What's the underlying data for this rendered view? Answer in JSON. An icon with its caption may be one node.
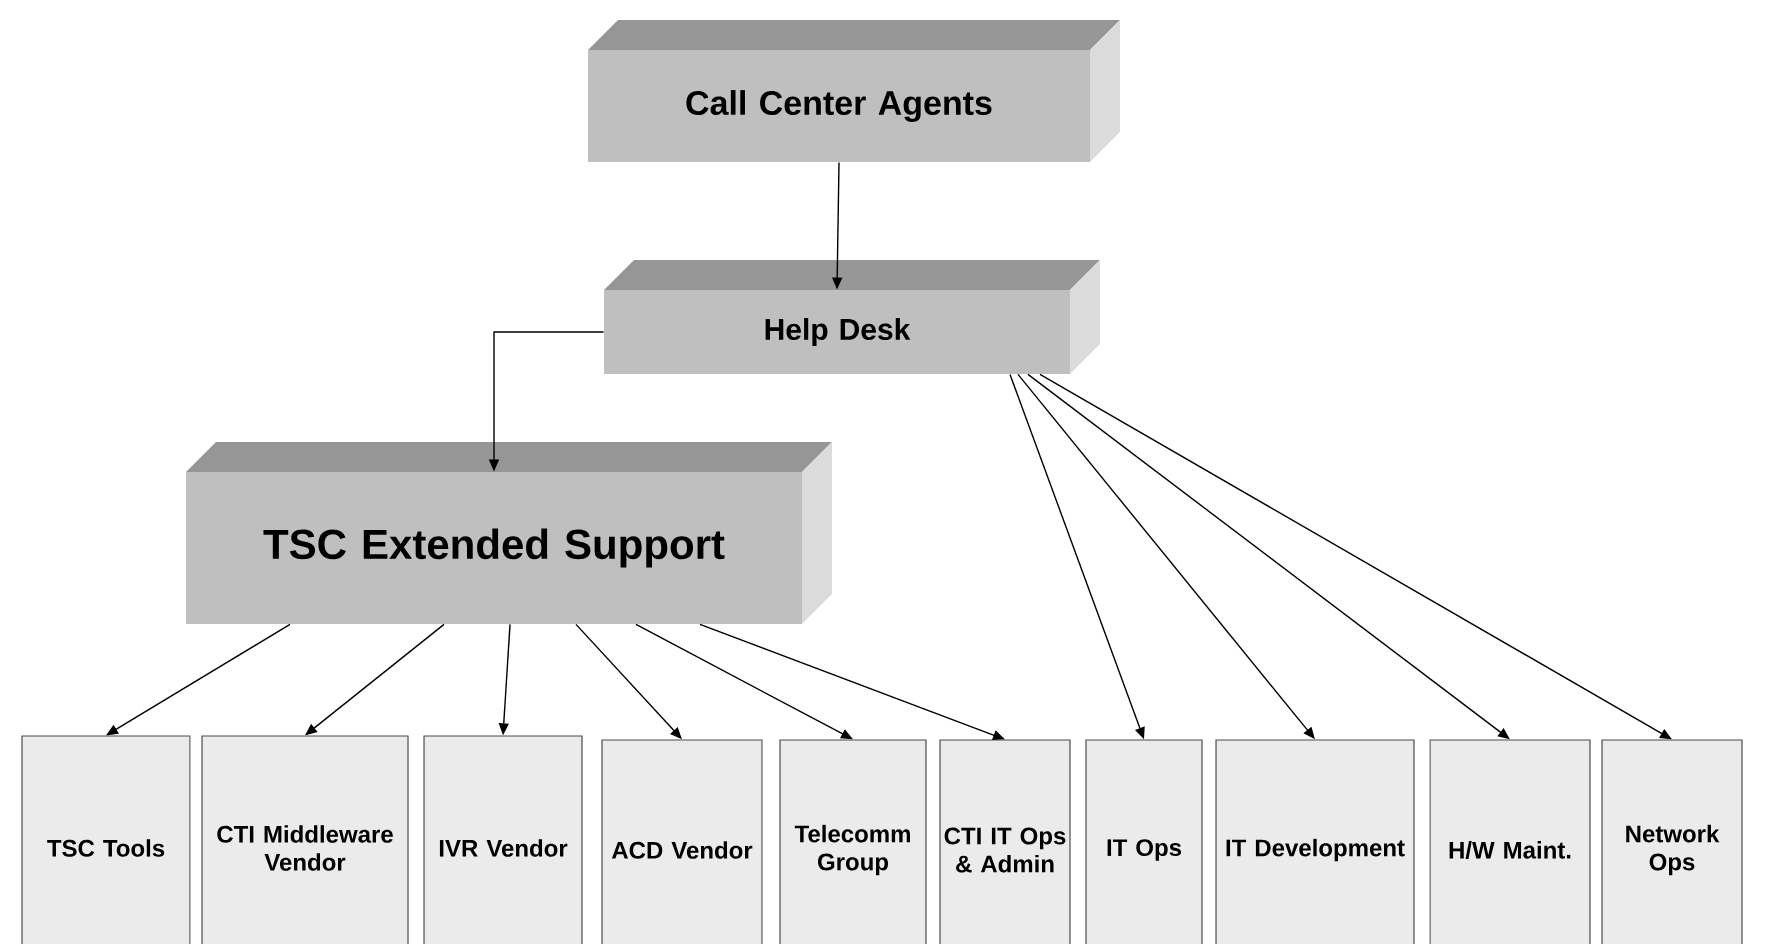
{
  "diagram": {
    "nodes": [
      {
        "text": [
          "Call Center Agents"
        ]
      },
      {
        "text": [
          "Help Desk"
        ]
      },
      {
        "text": [
          "TSC Extended Support"
        ]
      },
      {
        "text": [
          "TSC Tools"
        ]
      },
      {
        "text": [
          "CTI Middleware Vendor"
        ]
      },
      {
        "text": [
          "IVR Vendor"
        ]
      },
      {
        "text": [
          "ACD Vendor"
        ]
      },
      {
        "text": [
          "Telecomm Group"
        ]
      },
      {
        "text": [
          "CTI IT Ops & Admin"
        ]
      },
      {
        "text": [
          "IT Ops"
        ]
      },
      {
        "text": [
          "IT Development"
        ]
      },
      {
        "text": [
          "H/W Maint."
        ]
      },
      {
        "text": [
          "Network Ops"
        ]
      }
    ],
    "edges": [
      {
        "from": 0,
        "to": 1,
        "arrow": "to"
      },
      {
        "from": 1,
        "to": 2,
        "arrow": "to"
      },
      {
        "from": 2,
        "to": 3,
        "arrow": "to"
      },
      {
        "from": 2,
        "to": 4,
        "arrow": "to"
      },
      {
        "from": 2,
        "to": 5,
        "arrow": "to"
      },
      {
        "from": 2,
        "to": 6,
        "arrow": "to"
      },
      {
        "from": 2,
        "to": 7,
        "arrow": "to"
      },
      {
        "from": 2,
        "to": 8,
        "arrow": "to"
      },
      {
        "from": 1,
        "to": 9,
        "arrow": "to"
      },
      {
        "from": 1,
        "to": 10,
        "arrow": "to"
      },
      {
        "from": 1,
        "to": 11,
        "arrow": "to"
      },
      {
        "from": 1,
        "to": 12,
        "arrow": "to"
      }
    ]
  }
}
